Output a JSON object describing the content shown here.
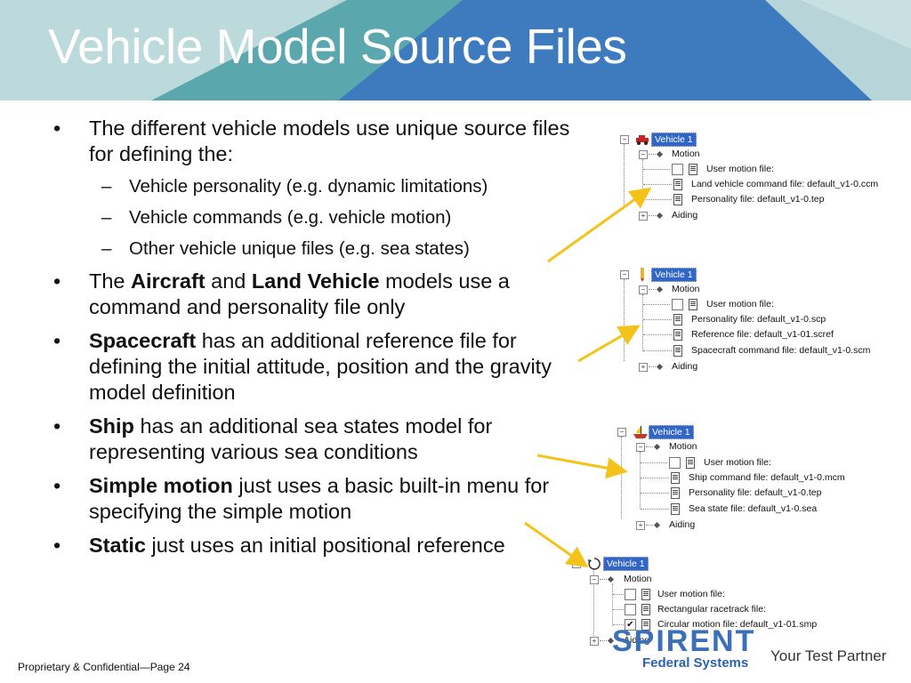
{
  "slide": {
    "title": "Vehicle Model Source Files",
    "colors": {
      "banner_light": "#b7d5d8",
      "banner_teal": "#5aa7ae",
      "banner_blue": "#3e7bbe",
      "arrow": "#f4c319",
      "selection": "#3166c6"
    }
  },
  "bullets": [
    {
      "lead": "The different vehicle models use unique source files for defining the:",
      "sub": [
        "Vehicle personality (e.g. dynamic limitations)",
        "Vehicle commands (e.g. vehicle motion)",
        "Other vehicle unique files (e.g. sea states)"
      ]
    },
    {
      "p1": "The ",
      "b1": "Aircraft",
      "p2": " and ",
      "b2": "Land Vehicle",
      "p3": " models use a command and personality file only"
    },
    {
      "b1": "Spacecraft",
      "p2": " has an additional reference file for defining the initial attitude, position and the gravity model definition"
    },
    {
      "b1": "Ship",
      "p2": " has an additional sea states model for representing various sea conditions"
    },
    {
      "b1": "Simple motion",
      "p2": " just uses a basic built-in menu for specifying the simple motion"
    },
    {
      "b1": "Static",
      "p2": " just uses an initial positional reference"
    }
  ],
  "trees": [
    {
      "root": "Vehicle 1",
      "icon": "car-icon",
      "motion": "Motion",
      "files": [
        "User motion file:",
        "Land vehicle command file: default_v1-0.ccm",
        "Personality file: default_v1-0.tep"
      ],
      "aiding": "Aiding"
    },
    {
      "root": "Vehicle 1",
      "icon": "rocket-icon",
      "motion": "Motion",
      "files": [
        "User motion file:",
        "Personality file: default_v1-0.scp",
        "Reference file: default_v1-01.scref",
        "Spacecraft command file: default_v1-0.scm"
      ],
      "aiding": "Aiding"
    },
    {
      "root": "Vehicle 1",
      "icon": "ship-icon",
      "motion": "Motion",
      "files": [
        "User motion file:",
        "Ship command file: default_v1-0.mcm",
        "Personality file: default_v1-0.tep",
        "Sea state file: default_v1-0.sea"
      ],
      "aiding": "Aiding"
    },
    {
      "root": "Vehicle 1",
      "icon": "circular-motion-icon",
      "motion": "Motion",
      "files": [
        "User motion file:",
        "Rectangular racetrack file:",
        "Circular motion file: default_v1-01.smp"
      ],
      "aiding": "Aiding"
    }
  ],
  "footer": {
    "text": "Proprietary & Confidential—Page 24",
    "logo_word": "SPIRENT",
    "logo_sub": "Federal Systems",
    "tagline": "Your Test Partner"
  }
}
